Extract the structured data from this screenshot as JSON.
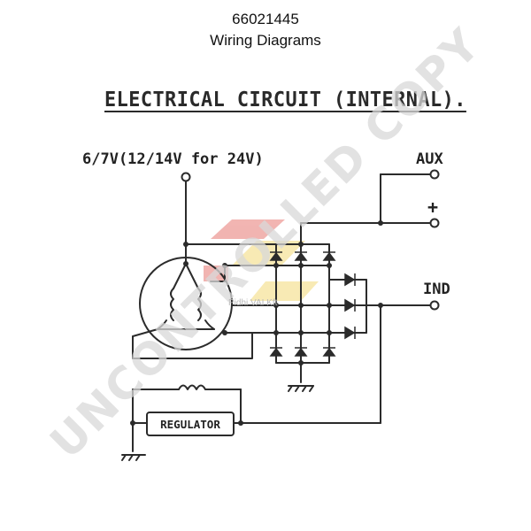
{
  "header": {
    "part_number": "66021445",
    "title": "Wiring Diagrams"
  },
  "diagram": {
    "heading": "ELECTRICAL CIRCUIT (INTERNAL).",
    "voltage_label": "6/7V(12/14V for 24V)",
    "aux_label": "AUX",
    "plus_label": "+",
    "ind_label": "IND",
    "regulator_label": "REGULATOR"
  },
  "watermark": {
    "text": "UNCONTROLLED COPY",
    "brand_text": "Pidhi VAI Kft"
  },
  "colors": {
    "line": "#2b2b2b",
    "logo_red": "#e25a55",
    "logo_yellow": "#f0d15a"
  }
}
